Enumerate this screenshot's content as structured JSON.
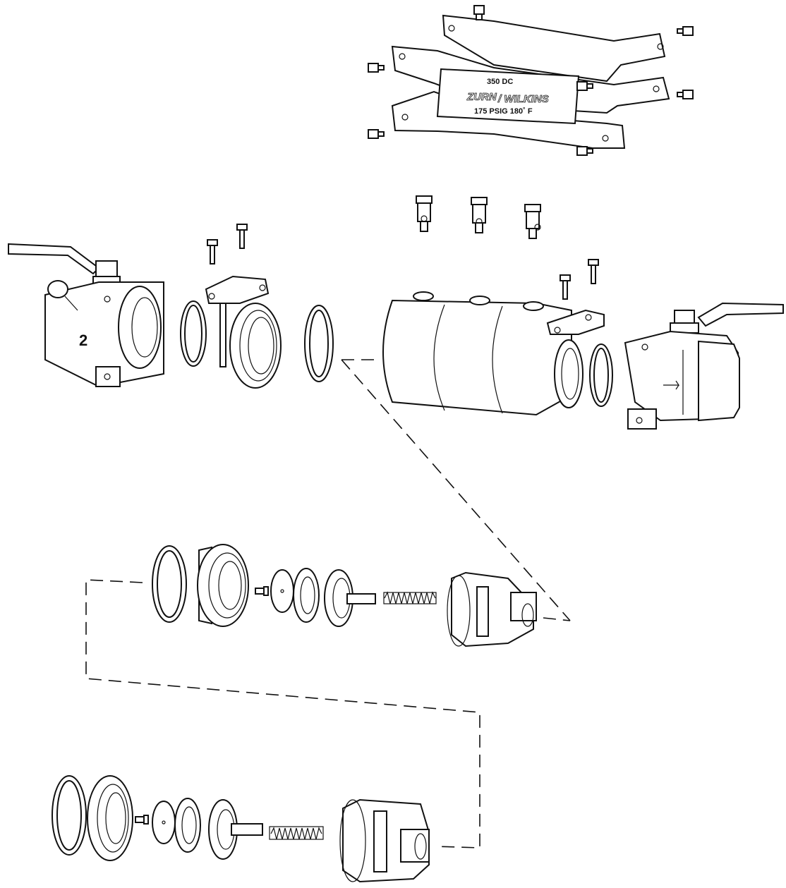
{
  "frame": {
    "model": "350 DC",
    "brand": "ZURN",
    "brand_suffix": "/ WILKINS",
    "rating": "175 PSIG  180˚ F"
  },
  "valve": {
    "shutoff_number": "2"
  }
}
